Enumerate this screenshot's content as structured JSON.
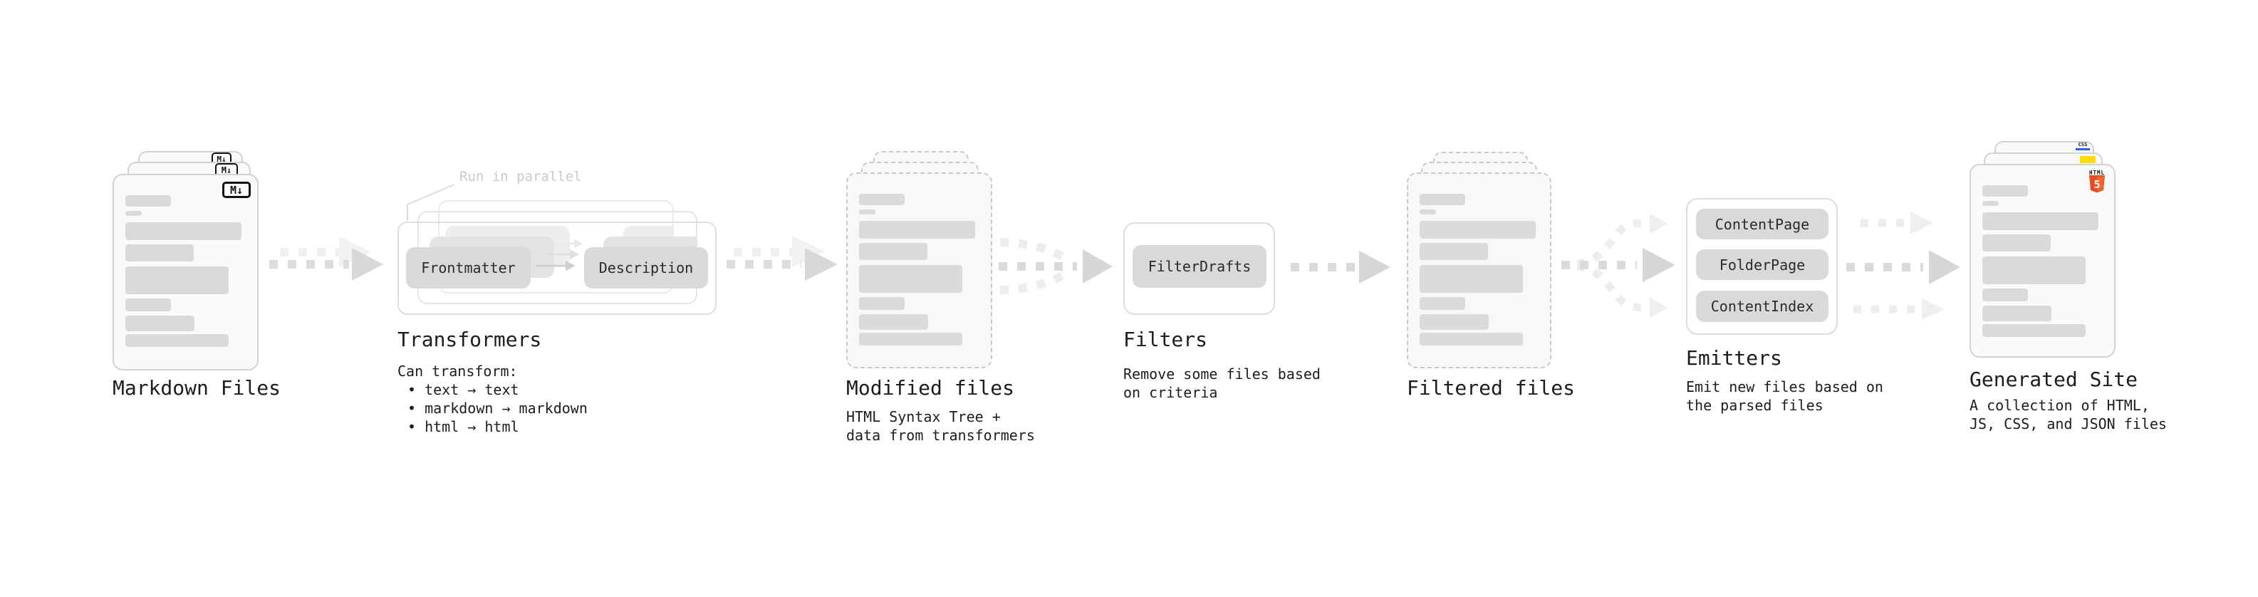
{
  "diagram": {
    "note": "Run in parallel",
    "markdown": {
      "label": "Markdown Files",
      "badge": "M↓"
    },
    "transformers": {
      "label": "Transformers",
      "pill_left": "Frontmatter",
      "pill_right": "Description",
      "desc": [
        "Can transform:",
        "• text → text",
        "• markdown → markdown",
        "• html → html"
      ]
    },
    "modified": {
      "label": "Modified files",
      "desc": [
        "HTML Syntax Tree +",
        "data from transformers"
      ]
    },
    "filters": {
      "label": "Filters",
      "pill": "FilterDrafts",
      "desc": [
        "Remove some files based",
        "on criteria"
      ]
    },
    "filtered": {
      "label": "Filtered files"
    },
    "emitters": {
      "label": "Emitters",
      "pills": [
        "ContentPage",
        "FolderPage",
        "ContentIndex"
      ],
      "desc": [
        "Emit new files based on",
        "the parsed files"
      ]
    },
    "generated": {
      "label": "Generated Site",
      "css_badge": "CSS",
      "html_badge": {
        "word": "HTML",
        "num": "5"
      },
      "desc": [
        "A collection of HTML,",
        "JS, CSS, and JSON files"
      ]
    },
    "colors": {
      "html5_orange": "#e44d26",
      "js_yellow": "#ffdd00",
      "css_blue": "#2760e6"
    }
  }
}
